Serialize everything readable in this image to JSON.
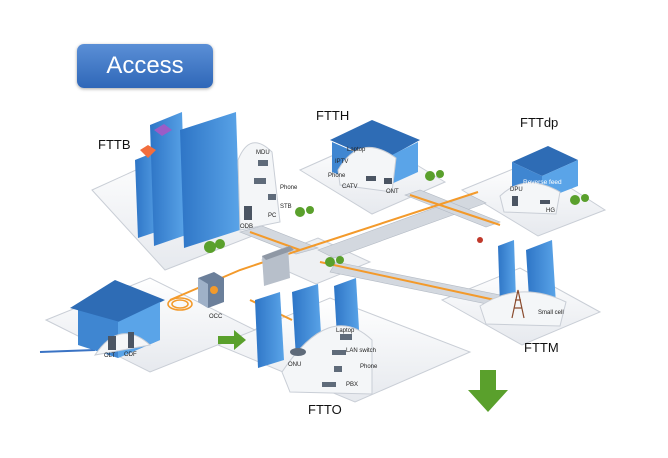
{
  "title": "Access",
  "regions": {
    "fttb": "FTTB",
    "ftth": "FTTH",
    "fttdp": "FTTdp",
    "fttm": "FTTM",
    "ftto": "FTTO"
  },
  "devices": {
    "olt": "OLT",
    "odf": "ODF",
    "occ": "OCC",
    "mdu": "MDU",
    "phone_fttb": "Phone",
    "stb": "STB",
    "pc": "PC",
    "odb": "ODB",
    "laptop_ftth": "Laptop",
    "iptv": "IPTV",
    "phone_ftth": "Phone",
    "catv": "CATV",
    "ont": "ONT",
    "reverse_feed": "Reverse feed",
    "dpu": "DPU",
    "hg": "HG",
    "small_cell": "Small cell",
    "onu": "ONU",
    "laptop_ftto": "Laptop",
    "lan_switch": "LAN switch",
    "phone_ftto": "Phone",
    "pbx": "PBX"
  },
  "colors": {
    "fiber": "#f39a2b",
    "button": "#3a73c4",
    "building": "#3f86d1",
    "arrow_green": "#5aa02c"
  }
}
